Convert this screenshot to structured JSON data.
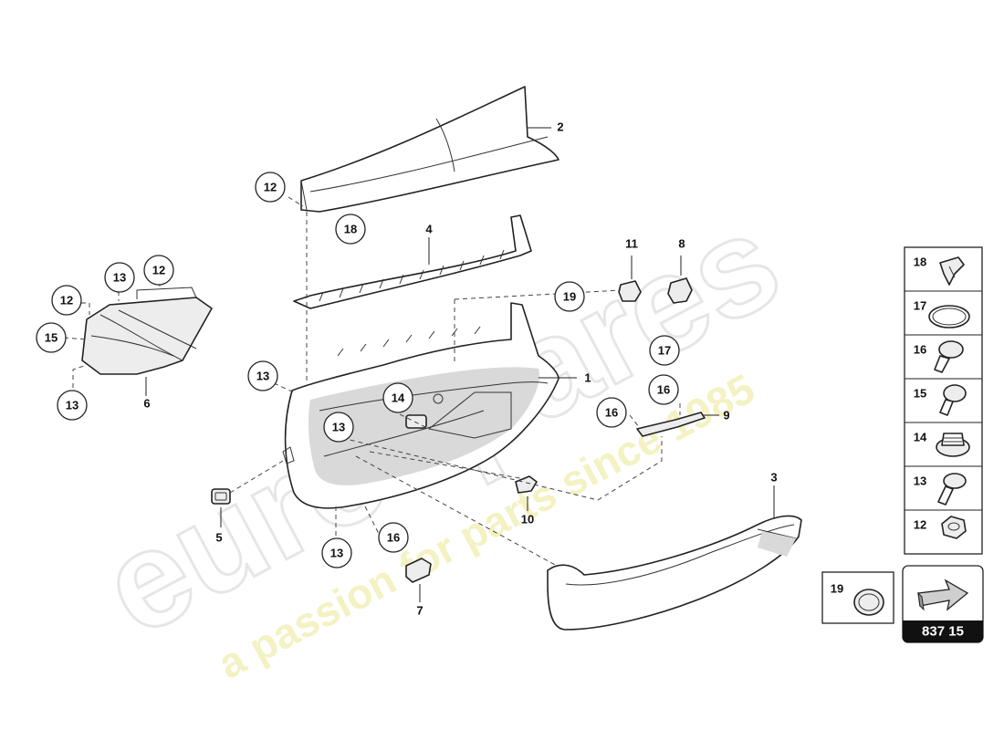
{
  "watermark": {
    "brand": "eurospares",
    "tagline": "a passion for parts since 1985"
  },
  "diagram_code": "837 15",
  "callouts": {
    "c1": "1",
    "c2": "2",
    "c3": "3",
    "c4": "4",
    "c5": "5",
    "c6": "6",
    "c7": "7",
    "c8": "8",
    "c9": "9",
    "c10": "10",
    "c11": "11",
    "c12a": "12",
    "c12b": "12",
    "c12c": "12",
    "c13a": "13",
    "c13b": "13",
    "c13c": "13",
    "c13d": "13",
    "c13e": "13",
    "c14": "14",
    "c15": "15",
    "c16a": "16",
    "c16b": "16",
    "c16c": "16",
    "c17": "17",
    "c18": "18",
    "c19": "19"
  },
  "legend": [
    {
      "num": "18",
      "icon": "clip-icon"
    },
    {
      "num": "17",
      "icon": "ring-seal-icon"
    },
    {
      "num": "16",
      "icon": "pan-head-screw-icon"
    },
    {
      "num": "15",
      "icon": "round-head-screw-icon"
    },
    {
      "num": "14",
      "icon": "spring-nut-icon"
    },
    {
      "num": "13",
      "icon": "flange-screw-icon"
    },
    {
      "num": "12",
      "icon": "hex-nut-icon"
    }
  ],
  "legend_19": {
    "num": "19",
    "icon": "grommet-icon"
  },
  "colors": {
    "line": "#222222",
    "watermark_text": "#f1eeb0",
    "code_bg": "#111111"
  }
}
